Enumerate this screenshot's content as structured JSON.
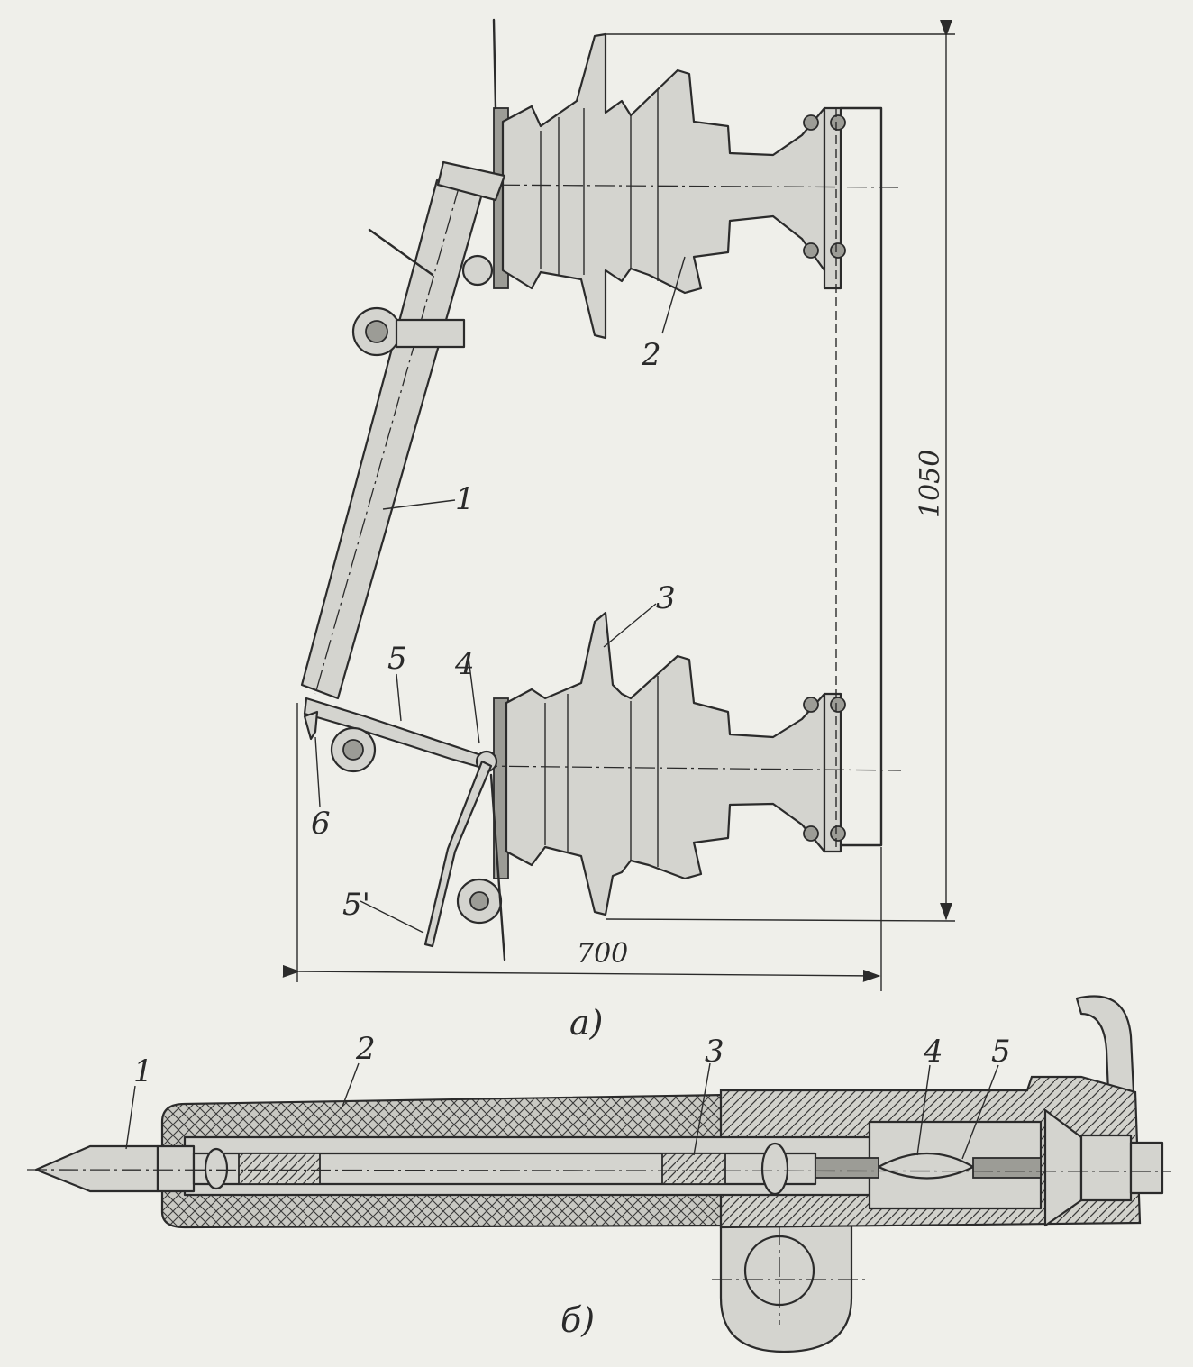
{
  "view_a": {
    "caption": "а)",
    "part_labels": [
      "1",
      "2",
      "3",
      "4",
      "5",
      "5'",
      "6"
    ],
    "dimensions": {
      "height": "1050",
      "width": "700"
    }
  },
  "view_b": {
    "caption": "б)",
    "part_labels": [
      "1",
      "2",
      "3",
      "4",
      "5"
    ]
  }
}
